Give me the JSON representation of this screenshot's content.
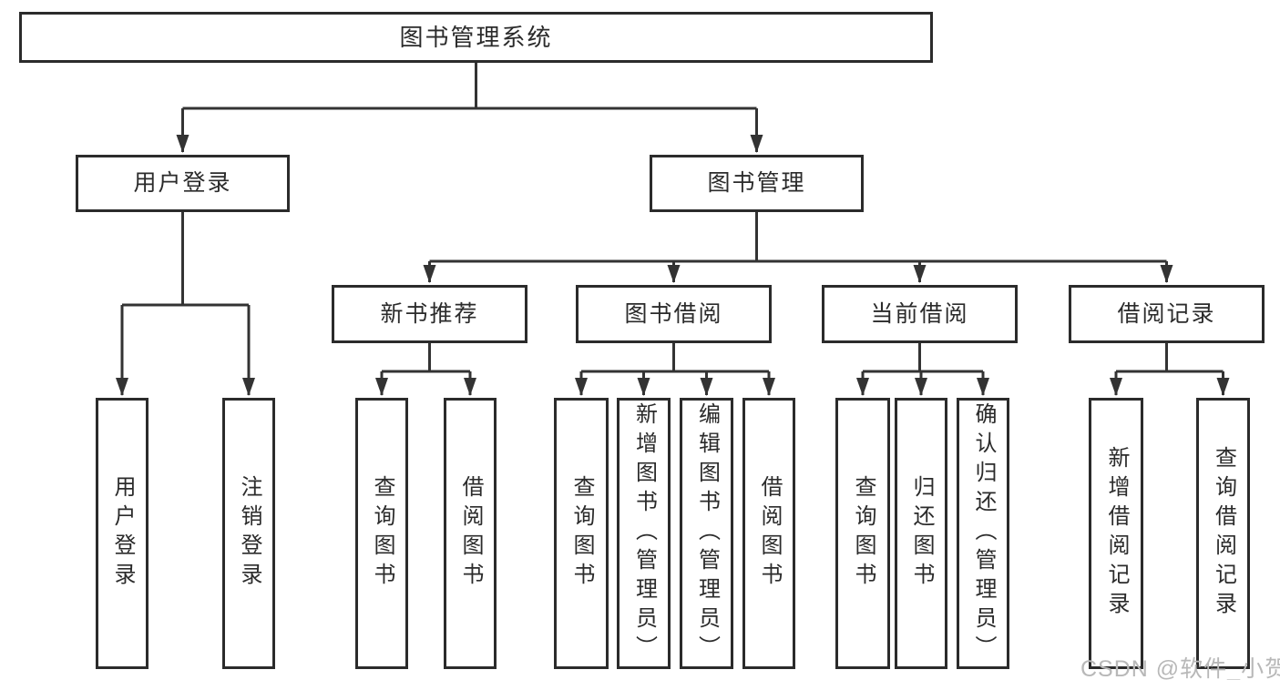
{
  "colors": {
    "background": "#ffffff",
    "line": "#333333",
    "box_border": "#2b2b2b",
    "box_fill": "#ffffff",
    "text": "#2b2b2b",
    "watermark_text": "#b8b8b8"
  },
  "watermark": {
    "text": "CSDN @软件_小贺同学"
  },
  "diagram": {
    "root": {
      "label": "图书管理系统"
    },
    "level2": [
      {
        "label": "用户登录",
        "parent": "图书管理系统"
      },
      {
        "label": "图书管理",
        "parent": "图书管理系统"
      }
    ],
    "level3": [
      {
        "label": "新书推荐",
        "parent": "图书管理"
      },
      {
        "label": "图书借阅",
        "parent": "图书管理"
      },
      {
        "label": "当前借阅",
        "parent": "图书管理"
      },
      {
        "label": "借阅记录",
        "parent": "图书管理"
      }
    ],
    "leaves": [
      {
        "label": "用户登录",
        "parent": "用户登录"
      },
      {
        "label": "注销登录",
        "parent": "用户登录"
      },
      {
        "label": "查询图书",
        "parent": "新书推荐"
      },
      {
        "label": "借阅图书",
        "parent": "新书推荐"
      },
      {
        "label": "查询图书",
        "parent": "图书借阅"
      },
      {
        "label": "新增图书（管理员）",
        "parent": "图书借阅"
      },
      {
        "label": "编辑图书（管理员）",
        "parent": "图书借阅"
      },
      {
        "label": "借阅图书",
        "parent": "图书借阅"
      },
      {
        "label": "查询图书",
        "parent": "当前借阅"
      },
      {
        "label": "归还图书",
        "parent": "当前借阅"
      },
      {
        "label": "确认归还（管理员）",
        "parent": "当前借阅"
      },
      {
        "label": "新增借阅记录",
        "parent": "借阅记录"
      },
      {
        "label": "查询借阅记录",
        "parent": "借阅记录"
      }
    ]
  }
}
